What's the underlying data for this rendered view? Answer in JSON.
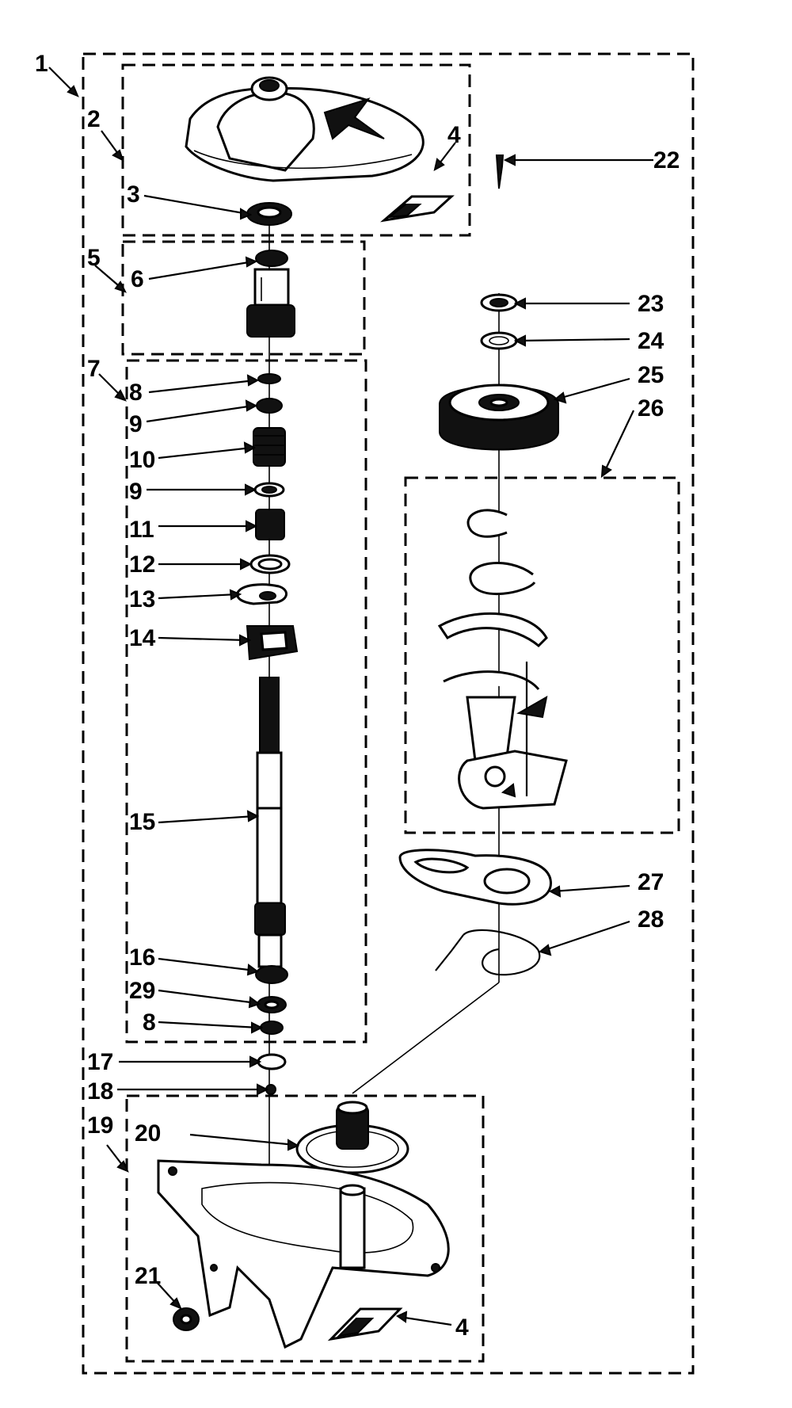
{
  "diagram": {
    "callouts": [
      {
        "id": "c1",
        "text": "1"
      },
      {
        "id": "c2",
        "text": "2"
      },
      {
        "id": "c3",
        "text": "3"
      },
      {
        "id": "c4a",
        "text": "4"
      },
      {
        "id": "c4b",
        "text": "4"
      },
      {
        "id": "c5",
        "text": "5"
      },
      {
        "id": "c6",
        "text": "6"
      },
      {
        "id": "c7",
        "text": "7"
      },
      {
        "id": "c8a",
        "text": "8"
      },
      {
        "id": "c8b",
        "text": "8"
      },
      {
        "id": "c9a",
        "text": "9"
      },
      {
        "id": "c9b",
        "text": "9"
      },
      {
        "id": "c10",
        "text": "10"
      },
      {
        "id": "c11",
        "text": "11"
      },
      {
        "id": "c12",
        "text": "12"
      },
      {
        "id": "c13",
        "text": "13"
      },
      {
        "id": "c14",
        "text": "14"
      },
      {
        "id": "c15",
        "text": "15"
      },
      {
        "id": "c16",
        "text": "16"
      },
      {
        "id": "c17",
        "text": "17"
      },
      {
        "id": "c18",
        "text": "18"
      },
      {
        "id": "c19",
        "text": "19"
      },
      {
        "id": "c20",
        "text": "20"
      },
      {
        "id": "c21",
        "text": "21"
      },
      {
        "id": "c22",
        "text": "22"
      },
      {
        "id": "c23",
        "text": "23"
      },
      {
        "id": "c24",
        "text": "24"
      },
      {
        "id": "c25",
        "text": "25"
      },
      {
        "id": "c26",
        "text": "26"
      },
      {
        "id": "c27",
        "text": "27"
      },
      {
        "id": "c28",
        "text": "28"
      },
      {
        "id": "c29",
        "text": "29"
      }
    ]
  }
}
